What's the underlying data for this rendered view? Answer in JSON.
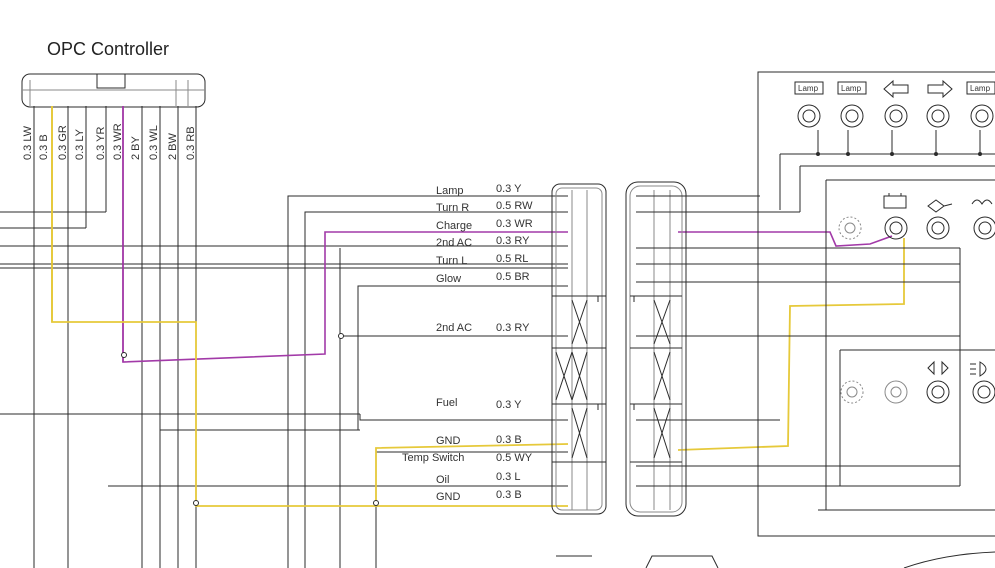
{
  "title": "OPC Controller",
  "controller_pins": [
    "0.3 LW",
    "0.3 B",
    "0.3 GR",
    "0.3 LY",
    "0.3 YR",
    "0.3 WR",
    "2 BY",
    "0.3 WL",
    "2 BW",
    "0.3 RB"
  ],
  "connector_wires": [
    {
      "label": "Lamp",
      "code": "0.3 Y"
    },
    {
      "label": "Turn R",
      "code": "0.5 RW"
    },
    {
      "label": "Charge",
      "code": "0.3 WR"
    },
    {
      "label": "2nd AC",
      "code": "0.3 RY"
    },
    {
      "label": "Turn L",
      "code": "0.5 RL"
    },
    {
      "label": "Glow",
      "code": "0.5 BR"
    },
    {
      "label": "2nd AC",
      "code": "0.3 RY"
    },
    {
      "label": "Fuel",
      "code": "0.3 Y"
    },
    {
      "label": "GND",
      "code": "0.3 B"
    },
    {
      "label": "Temp Switch",
      "code": "0.5 WY"
    },
    {
      "label": "Oil",
      "code": "0.3 L"
    },
    {
      "label": "GND",
      "code": "0.3 B"
    }
  ],
  "indicators": {
    "lamp_1": "Lamp",
    "lamp_2": "Lamp",
    "lamp_3": "Lamp"
  },
  "wire_colors": {
    "purple": "#a23aa8",
    "yellow": "#e6c93a",
    "black": "#2b2b2b"
  }
}
